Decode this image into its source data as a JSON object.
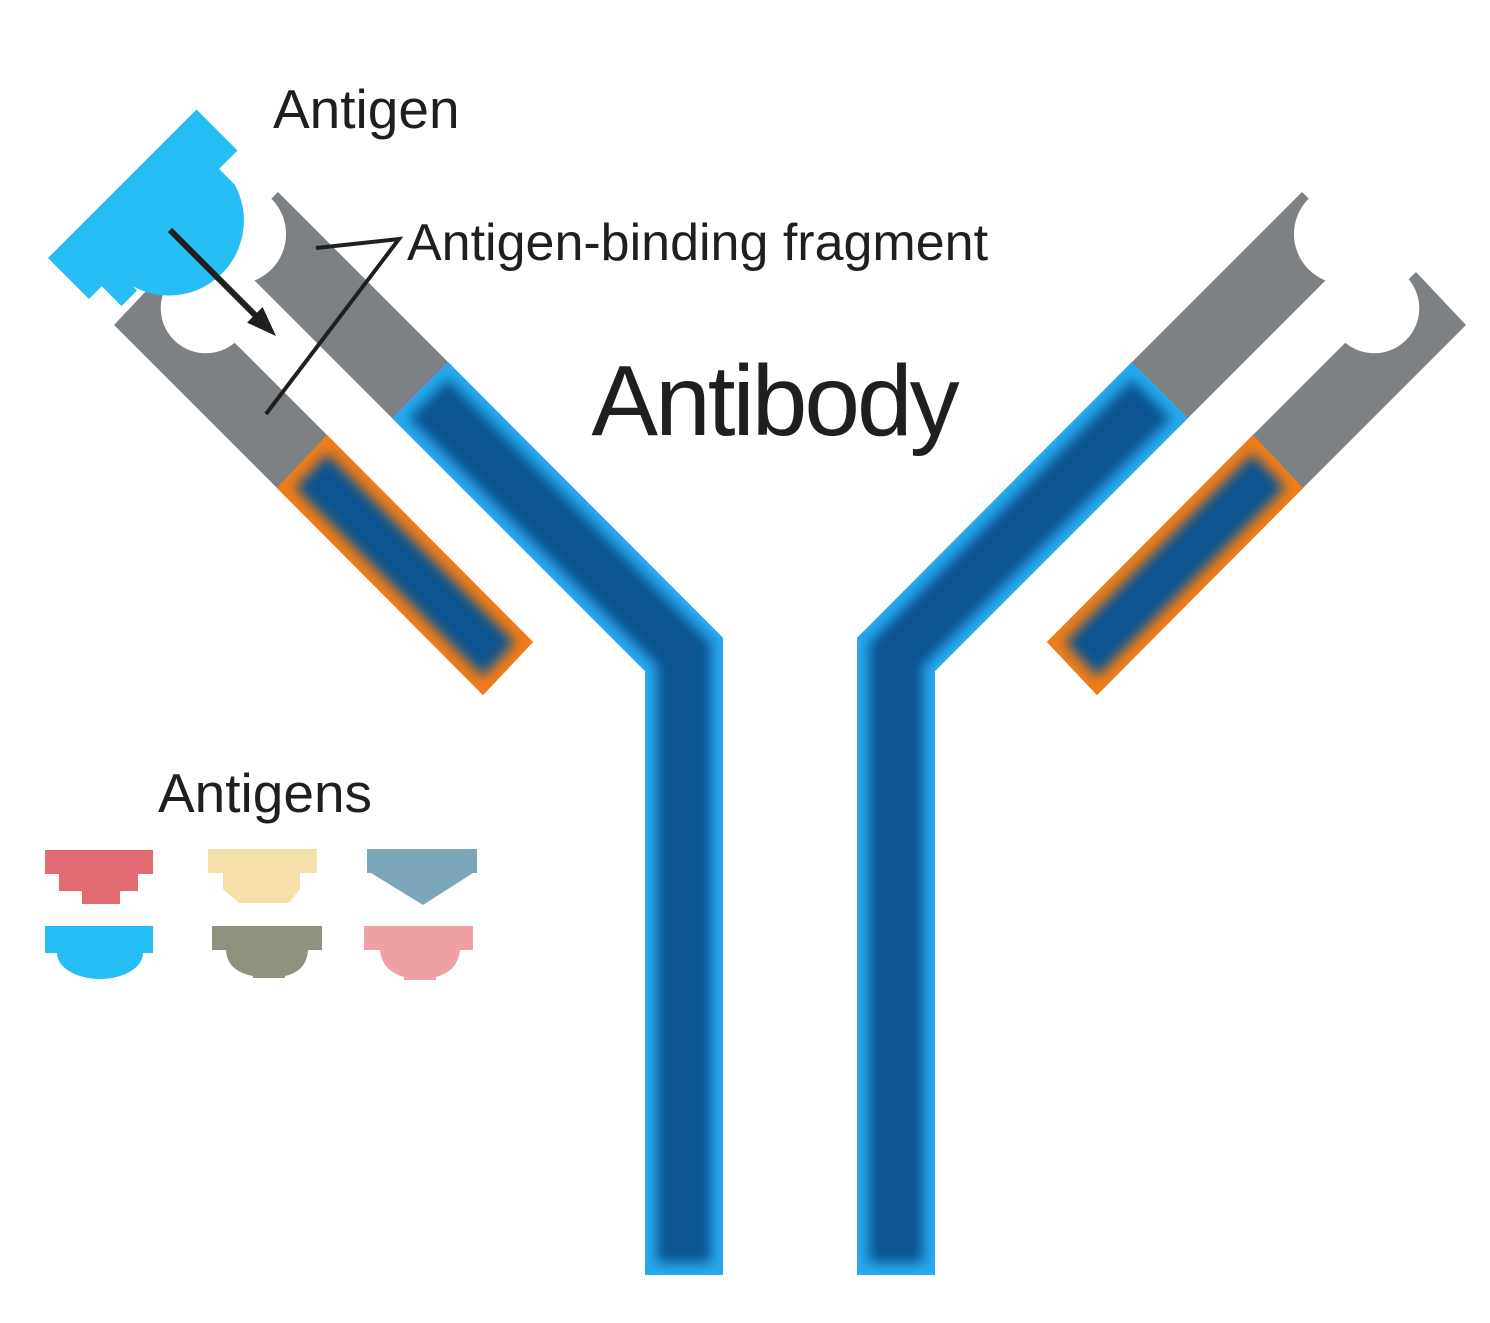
{
  "diagram": {
    "labels": {
      "antigen": "Antigen",
      "binding_fragment": "Antigen-binding fragment",
      "antibody": "Antibody"
    },
    "colors": {
      "background": "#ffffff",
      "text": "#1f1f1f",
      "chain_core_blue": "#0c5492",
      "heavy_chain_glow_cyan": "#28a9ee",
      "light_chain_glow_orange": "#f07c15",
      "fragment_gray": "#7e8184",
      "antigen_cyan": "#27bef5"
    }
  },
  "legend": {
    "title": "Antigens",
    "items": [
      {
        "icon": "antigen-stepped-icon",
        "color": "#e26a72"
      },
      {
        "icon": "antigen-chamfered-icon",
        "color": "#f4e0a8"
      },
      {
        "icon": "antigen-pointed-icon",
        "color": "#7ca7b8"
      },
      {
        "icon": "antigen-dome-icon",
        "color": "#27bef5"
      },
      {
        "icon": "antigen-plinth-icon",
        "color": "#8f927f"
      },
      {
        "icon": "antigen-scalloped-icon",
        "color": "#efa0a4"
      }
    ]
  }
}
